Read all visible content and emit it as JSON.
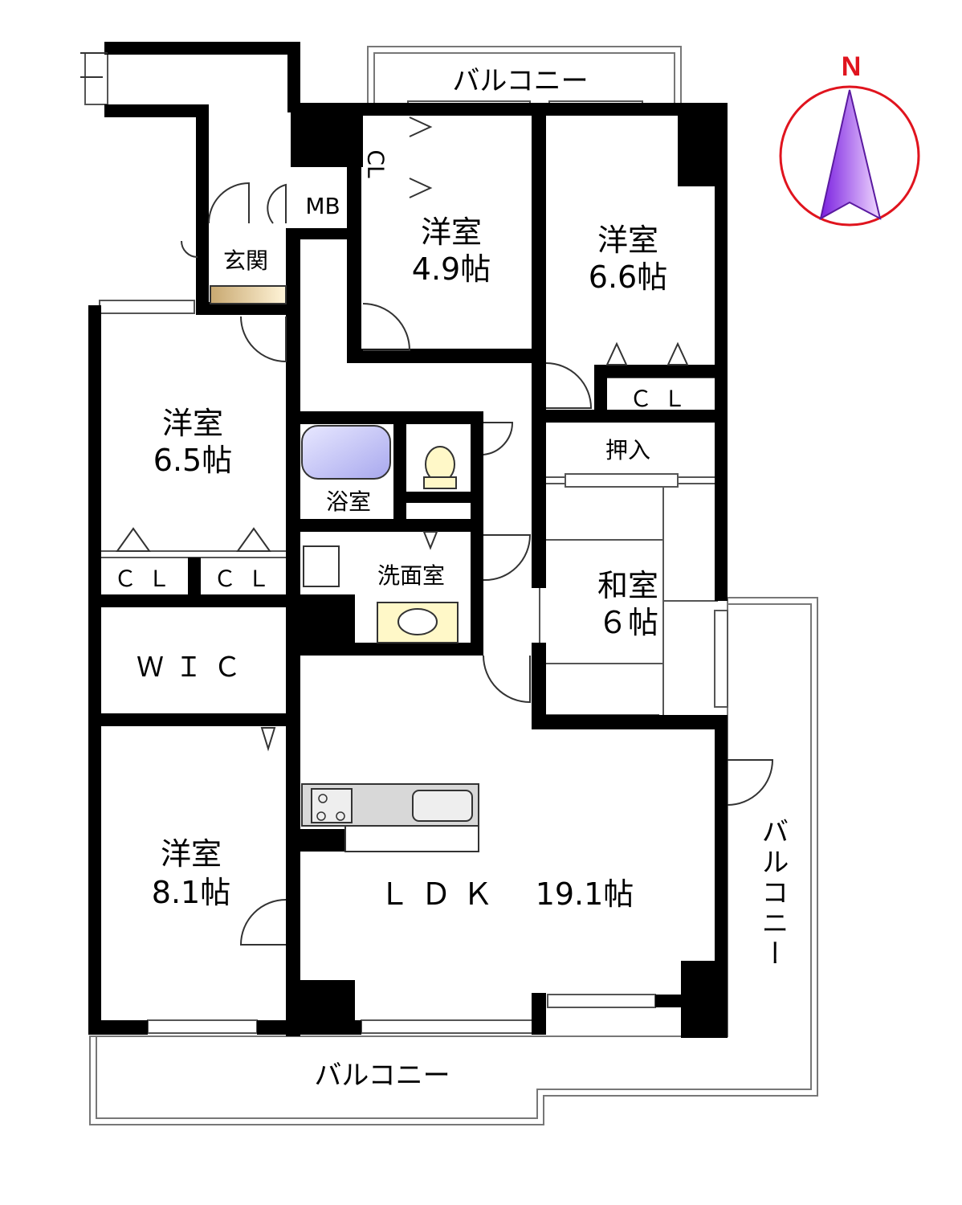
{
  "rooms": {
    "entrance": "玄関",
    "mb": "MB",
    "cl_top": "CL",
    "room_49_name": "洋室",
    "room_49_size": "4.9帖",
    "room_66_name": "洋室",
    "room_66_size": "6.6帖",
    "cl_right": "ＣＬ",
    "oshiire": "押入",
    "room_65_name": "洋室",
    "room_65_size": "6.5帖",
    "cl_left_a": "ＣＬ",
    "cl_left_b": "ＣＬ",
    "wic": "ＷＩＣ",
    "bath": "浴室",
    "washroom": "洗面室",
    "washitsu_name": "和室",
    "washitsu_size": "６帖",
    "room_81_name": "洋室",
    "room_81_size": "8.1帖",
    "ldk_name": "ＬＤＫ",
    "ldk_size": "19.1帖"
  },
  "balconies": {
    "top": "バルコニー",
    "right": "バルコニー",
    "bottom": "バルコニー"
  },
  "compass": {
    "letter": "N",
    "ring_color": "#e0141e",
    "arrow_color": "#8a2be2"
  }
}
